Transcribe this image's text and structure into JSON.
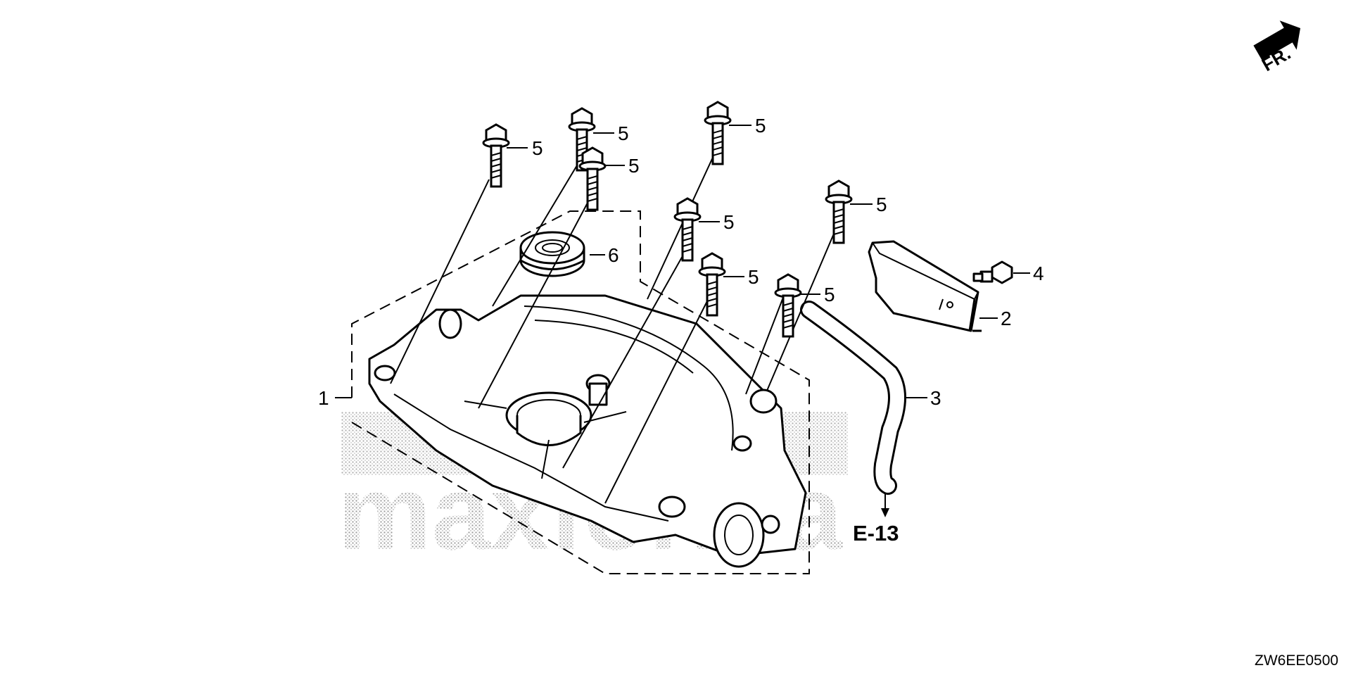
{
  "diagram": {
    "direction_label": "FR.",
    "reference_label": "E-13",
    "drawing_code": "ZW6EE0500",
    "watermark": "maxforma",
    "callouts": [
      "1",
      "2",
      "3",
      "4",
      "5",
      "6"
    ]
  },
  "colors": {
    "line": "#000000",
    "background": "#ffffff",
    "watermark": "#c8c8c8"
  },
  "icons": {
    "direction": "front-arrow-icon"
  }
}
